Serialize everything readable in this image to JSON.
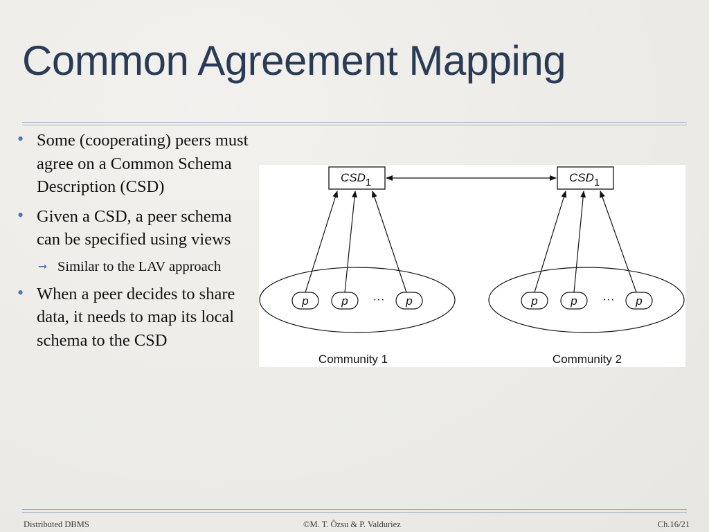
{
  "slide": {
    "title": "Common Agreement Mapping",
    "bullets": [
      {
        "text": "Some (cooperating) peers must agree on a Common Schema Description (CSD)"
      },
      {
        "text": "Given a CSD, a peer schema can be specified using views",
        "sub": [
          "Similar to the LAV approach"
        ]
      },
      {
        "text": "When a peer decides to share data, it needs to map its local schema to the CSD"
      }
    ]
  },
  "diagram": {
    "csd_left": "CSD",
    "csd_left_sub": "1",
    "csd_right": "CSD",
    "csd_right_sub": "1",
    "peer_label": "p",
    "ellipsis": "···",
    "community_1": "Community 1",
    "community_2": "Community 2"
  },
  "footer": {
    "left": "Distributed DBMS",
    "center": "©M. T. Özsu & P. Valduriez",
    "right": "Ch.16/21"
  },
  "colors": {
    "title": "#2a3b55",
    "bullet": "#4c78b8",
    "rule": "#9eb0c8"
  }
}
